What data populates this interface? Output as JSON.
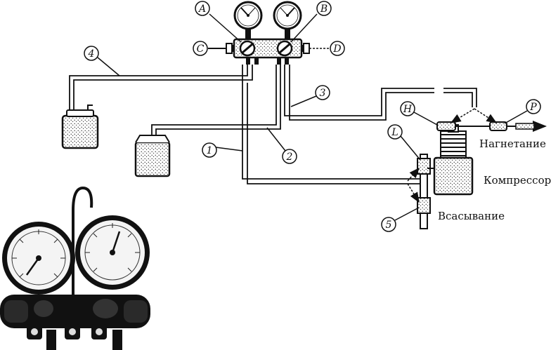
{
  "callouts": {
    "A": "A",
    "B": "B",
    "C": "C",
    "D": "D",
    "H": "H",
    "L": "L",
    "P": "P"
  },
  "hoses": {
    "h1": "1",
    "h2": "2",
    "h3": "3",
    "h4": "4",
    "h5": "5"
  },
  "text_labels": {
    "discharge": "Нагнетание",
    "compressor": "Компрессор",
    "suction": "Всасывание"
  }
}
